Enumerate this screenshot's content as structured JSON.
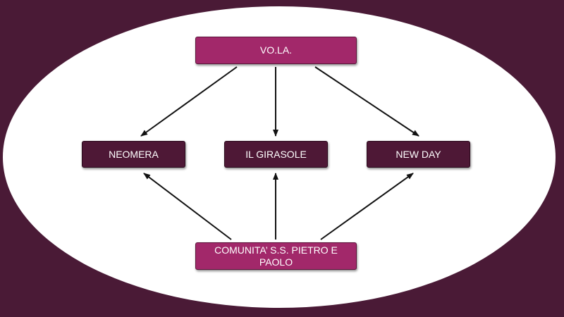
{
  "diagram": {
    "nodes": [
      {
        "id": "vola",
        "label": "VO.LA."
      },
      {
        "id": "neomera",
        "label": "NEOMERA"
      },
      {
        "id": "girasole",
        "label": "IL GIRASOLE"
      },
      {
        "id": "newday",
        "label": "NEW DAY"
      },
      {
        "id": "comunita",
        "label": "COMUNITA’ S.S. PIETRO E PAOLO"
      }
    ],
    "edges": [
      {
        "from": "vola",
        "to": "neomera"
      },
      {
        "from": "vola",
        "to": "girasole"
      },
      {
        "from": "vola",
        "to": "newday"
      },
      {
        "from": "comunita",
        "to": "neomera"
      },
      {
        "from": "comunita",
        "to": "girasole"
      },
      {
        "from": "comunita",
        "to": "newday"
      }
    ]
  },
  "colors": {
    "background": "#4a1a36",
    "ellipse": "#ffffff",
    "primary_box": "#a2286a",
    "secondary_box": "#4e1836",
    "arrow": "#111111",
    "text": "#ffffff"
  }
}
